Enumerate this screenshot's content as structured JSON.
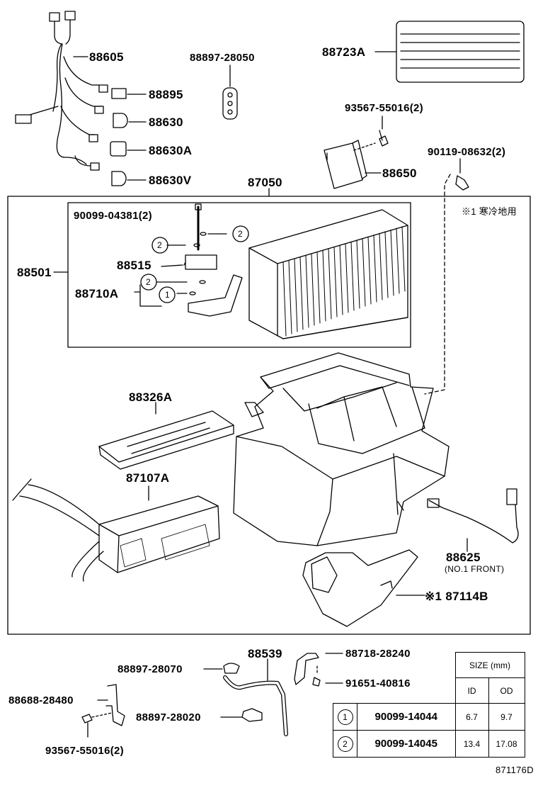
{
  "labels": {
    "p88605": "88605",
    "p88897_28050": "88897-28050",
    "p88723A": "88723A",
    "p88895": "88895",
    "p88630": "88630",
    "p88630A": "88630A",
    "p88630V": "88630V",
    "p93567_55016_top": "93567-55016(2)",
    "p88650": "88650",
    "p90119_08632": "90119-08632(2)",
    "p87050": "87050",
    "p90099_04381": "90099-04381(2)",
    "p88501": "88501",
    "p88515": "88515",
    "p88710A": "88710A",
    "p88326A": "88326A",
    "p87107A": "87107A",
    "p88625": "88625",
    "p88625_note": "(NO.1 FRONT)",
    "p87114B": "※1 87114B",
    "cold_note": "※1 寒冷地用",
    "p88539": "88539",
    "p88718_28240": "88718-28240",
    "p88897_28070": "88897-28070",
    "p91651_40816": "91651-40816",
    "p88688_28480": "88688-28480",
    "p88897_28020": "88897-28020",
    "p93567_55016_bot": "93567-55016(2)",
    "callout_1": "1",
    "callout_2": "2",
    "drawing_no": "871176D"
  },
  "size_table": {
    "header": "SIZE (mm)",
    "col_id": "ID",
    "col_od": "OD",
    "rows": [
      {
        "ref": "1",
        "part": "90099-14044",
        "id": "6.7",
        "od": "9.7"
      },
      {
        "ref": "2",
        "part": "90099-14045",
        "id": "13.4",
        "od": "17.08"
      }
    ]
  }
}
